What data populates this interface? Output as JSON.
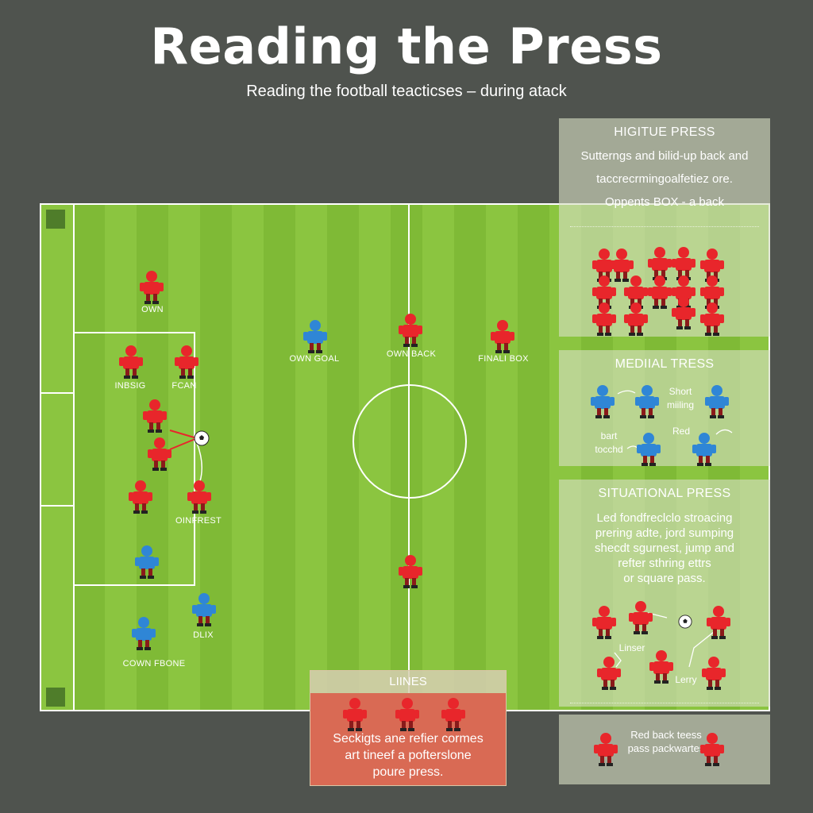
{
  "title": "Reading the Press",
  "subtitle": "Reading the football teacticses – during atack",
  "colors": {
    "red_team": "#e8262b",
    "blue_team": "#2f86d6",
    "pitch_light": "#8bc540",
    "pitch_dark": "#7fba36"
  },
  "pitch": {
    "labels": [
      "OWN",
      "INBSIG",
      "FCAN",
      "OWN GOAL",
      "OWN BACK",
      "FINALI BOX",
      "OINFREST",
      "DLIX",
      "COWN FBONE"
    ]
  },
  "panels": {
    "high_press": {
      "title": "HIGITUE PRESS",
      "lines": [
        "Sutterngs and bilid-up back and",
        "taccrecrmingoalfetiez ore.",
        "Oppents BOX - a back"
      ]
    },
    "medial_press": {
      "title": "MEDIIAL TRESS",
      "labels": [
        "Short miiling",
        "bart tocchd",
        "Red"
      ]
    },
    "situational_press": {
      "title": "SITUATIONAL PRESS",
      "lines": [
        "Led fondfreclclo stroacing",
        "prering adte, jord sumping",
        "shecdt sgurnest, jump and",
        "refter sthring ettrs",
        "or square pass."
      ],
      "labels": [
        "Linser",
        "Lerry"
      ]
    },
    "bottom_note": {
      "text": "Red back teess pass packwartes"
    }
  },
  "lines_box": {
    "title": "LIINES",
    "text": [
      "Seckigts ane refier cormes",
      "art tineef a pofterslone",
      "poure press."
    ]
  }
}
